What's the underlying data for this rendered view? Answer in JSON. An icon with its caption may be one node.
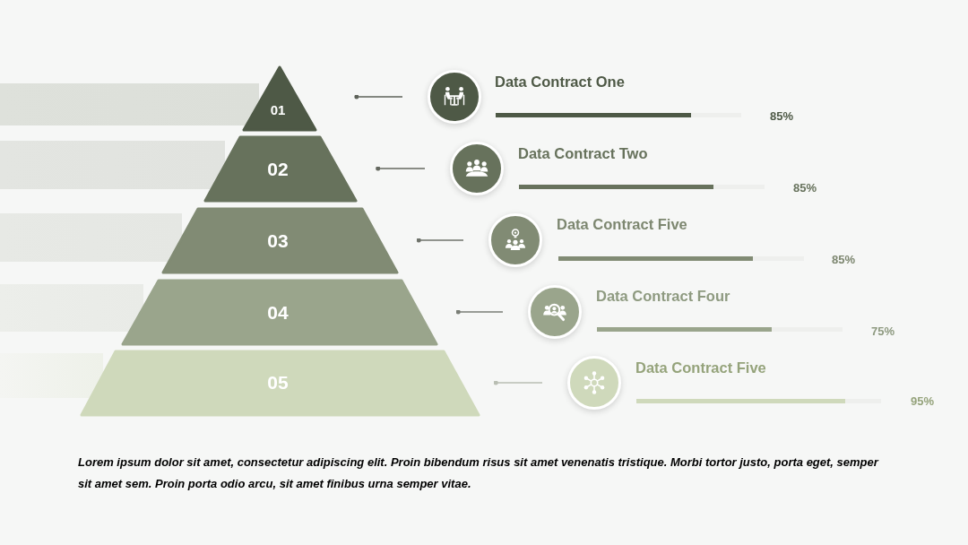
{
  "diagram": {
    "nodes": [
      {
        "text": [
          "01"
        ]
      },
      {
        "text": [
          "02"
        ]
      },
      {
        "text": [
          "03"
        ]
      },
      {
        "text": [
          "04"
        ]
      },
      {
        "text": [
          "05"
        ]
      },
      {
        "text": [],
        "shape": "circle",
        "beside": [
          "Data Contract One"
        ]
      },
      {
        "text": [],
        "shape": "circle",
        "beside": [
          "Data Contract Two"
        ]
      },
      {
        "text": [],
        "shape": "circle",
        "beside": [
          "Data Contract Five"
        ]
      },
      {
        "text": [],
        "shape": "circle",
        "beside": [
          "Data Contract Four"
        ]
      },
      {
        "text": [],
        "shape": "circle",
        "beside": [
          "Data Contract Five"
        ]
      }
    ],
    "edges": [
      {
        "from": 0,
        "to": 5,
        "arrow": "other"
      },
      {
        "from": 1,
        "to": 6,
        "arrow": "other"
      },
      {
        "from": 2,
        "to": 7,
        "arrow": "other"
      },
      {
        "from": 3,
        "to": 8,
        "arrow": "other"
      },
      {
        "from": 4,
        "to": 9,
        "arrow": "other",
        "color": "#b9beb3"
      }
    ],
    "labels": [
      "85%",
      "85%",
      "85%",
      "75%",
      "95%"
    ],
    "caption": "Lorem ipsum dolor sit amet, consectetur adipiscing elit. Proin bibendum risus sit amet venenatis tristique. Morbi tortor justo, porta eget, semper sit amet sem. Proin porta odio arcu, sit amet finibus urna semper vitae."
  }
}
